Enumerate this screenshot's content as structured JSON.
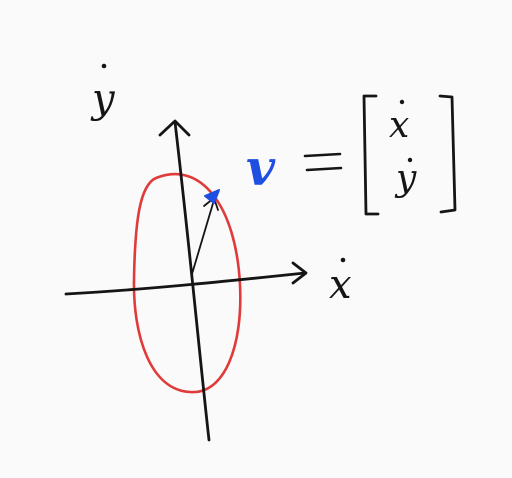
{
  "axes": {
    "x_label": "x",
    "y_label": "y",
    "x_has_dot": true,
    "y_has_dot": true
  },
  "equation": {
    "lhs": "v",
    "equals": "=",
    "components": [
      "x",
      "y"
    ],
    "components_have_dots": true
  },
  "colors": {
    "ink": "#151515",
    "ellipse": "#e03a3a",
    "vector_label": "#1f4fe0",
    "point": "#1f4fe0",
    "background": "#fafafa"
  }
}
